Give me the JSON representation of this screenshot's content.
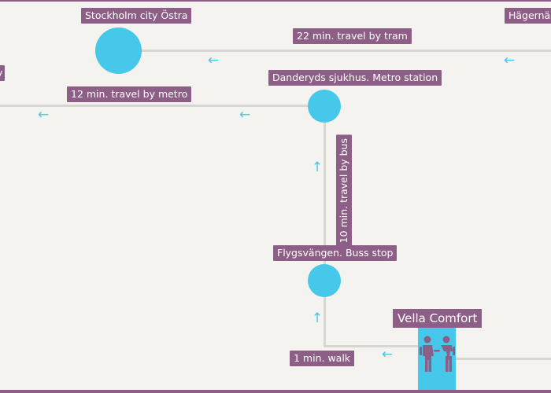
{
  "stations": {
    "stockholm_ostra": "Stockholm city Östra",
    "hagernas": "Hägernäs",
    "danderyd": "Danderyds sjukhus. Metro station",
    "flygsvangen": "Flygsvängen. Buss stop",
    "left_edge_fragment": "y"
  },
  "routes": {
    "tram": "22 min. travel by tram",
    "metro": "12 min. travel by metro",
    "bus": "10 min. travel by bus",
    "walk": "1 min. walk"
  },
  "hotel": {
    "name": "Vella Comfort",
    "icon": "hotel-people-icon"
  },
  "arrows": {
    "left": "←",
    "up": "↑"
  },
  "colors": {
    "label_bg": "#8e5f86",
    "station": "#45c8ea",
    "route": "#d6d6d3",
    "background": "#f4f3f0"
  }
}
